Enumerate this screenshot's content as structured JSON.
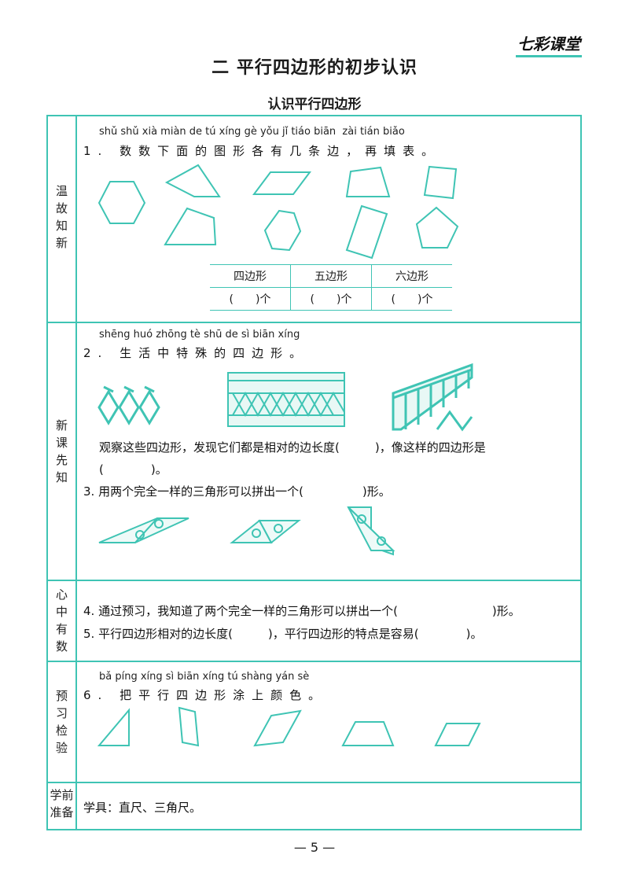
{
  "header": {
    "brand": "七彩课堂",
    "title": "二 平行四边形的初步认识",
    "subtitle": "认识平行四边形"
  },
  "sections": {
    "s1": "温故知新",
    "s2": "新课先知",
    "s3": "心中有数",
    "s4": "预习检验",
    "s5": "学前准备"
  },
  "q1": {
    "pinyin": "shǔ shǔ xià miàn de tú xíng gè yǒu jǐ tiáo biān  zài tián biǎo",
    "text": "1. 数数下面的图形各有几条边，再填表。",
    "table_headers": [
      "四边形",
      "五边形",
      "六边形"
    ],
    "table_cells": [
      "(　　)个",
      "(　　)个",
      "(　　)个"
    ]
  },
  "q2": {
    "pinyin": "shēng huó zhōng tè shū de sì biān xíng",
    "text": "2. 生活中特殊的四边形。",
    "observe_line1": "观察这些四边形，发现它们都是相对的边长度(　　　)，像这样的四边形是",
    "observe_line2": "(　　　　)。"
  },
  "q3": {
    "text": "3. 用两个完全一样的三角形可以拼出一个(　　　　　)形。"
  },
  "q4": {
    "text": "4. 通过预习，我知道了两个完全一样的三角形可以拼出一个(　　　　　　　　)形。"
  },
  "q5": {
    "text": "5. 平行四边形相对的边长度(　　　)，平行四边形的特点是容易(　　　　)。"
  },
  "q6": {
    "pinyin": "bǎ píng xíng sì biān xíng tú shàng yán sè",
    "text": "6. 把平行四边形涂上颜色。"
  },
  "prep": {
    "text": "学具：直尺、三角尺。"
  },
  "footer": {
    "page": "— 5 —"
  },
  "colors": {
    "accent": "#3fc4b4"
  }
}
